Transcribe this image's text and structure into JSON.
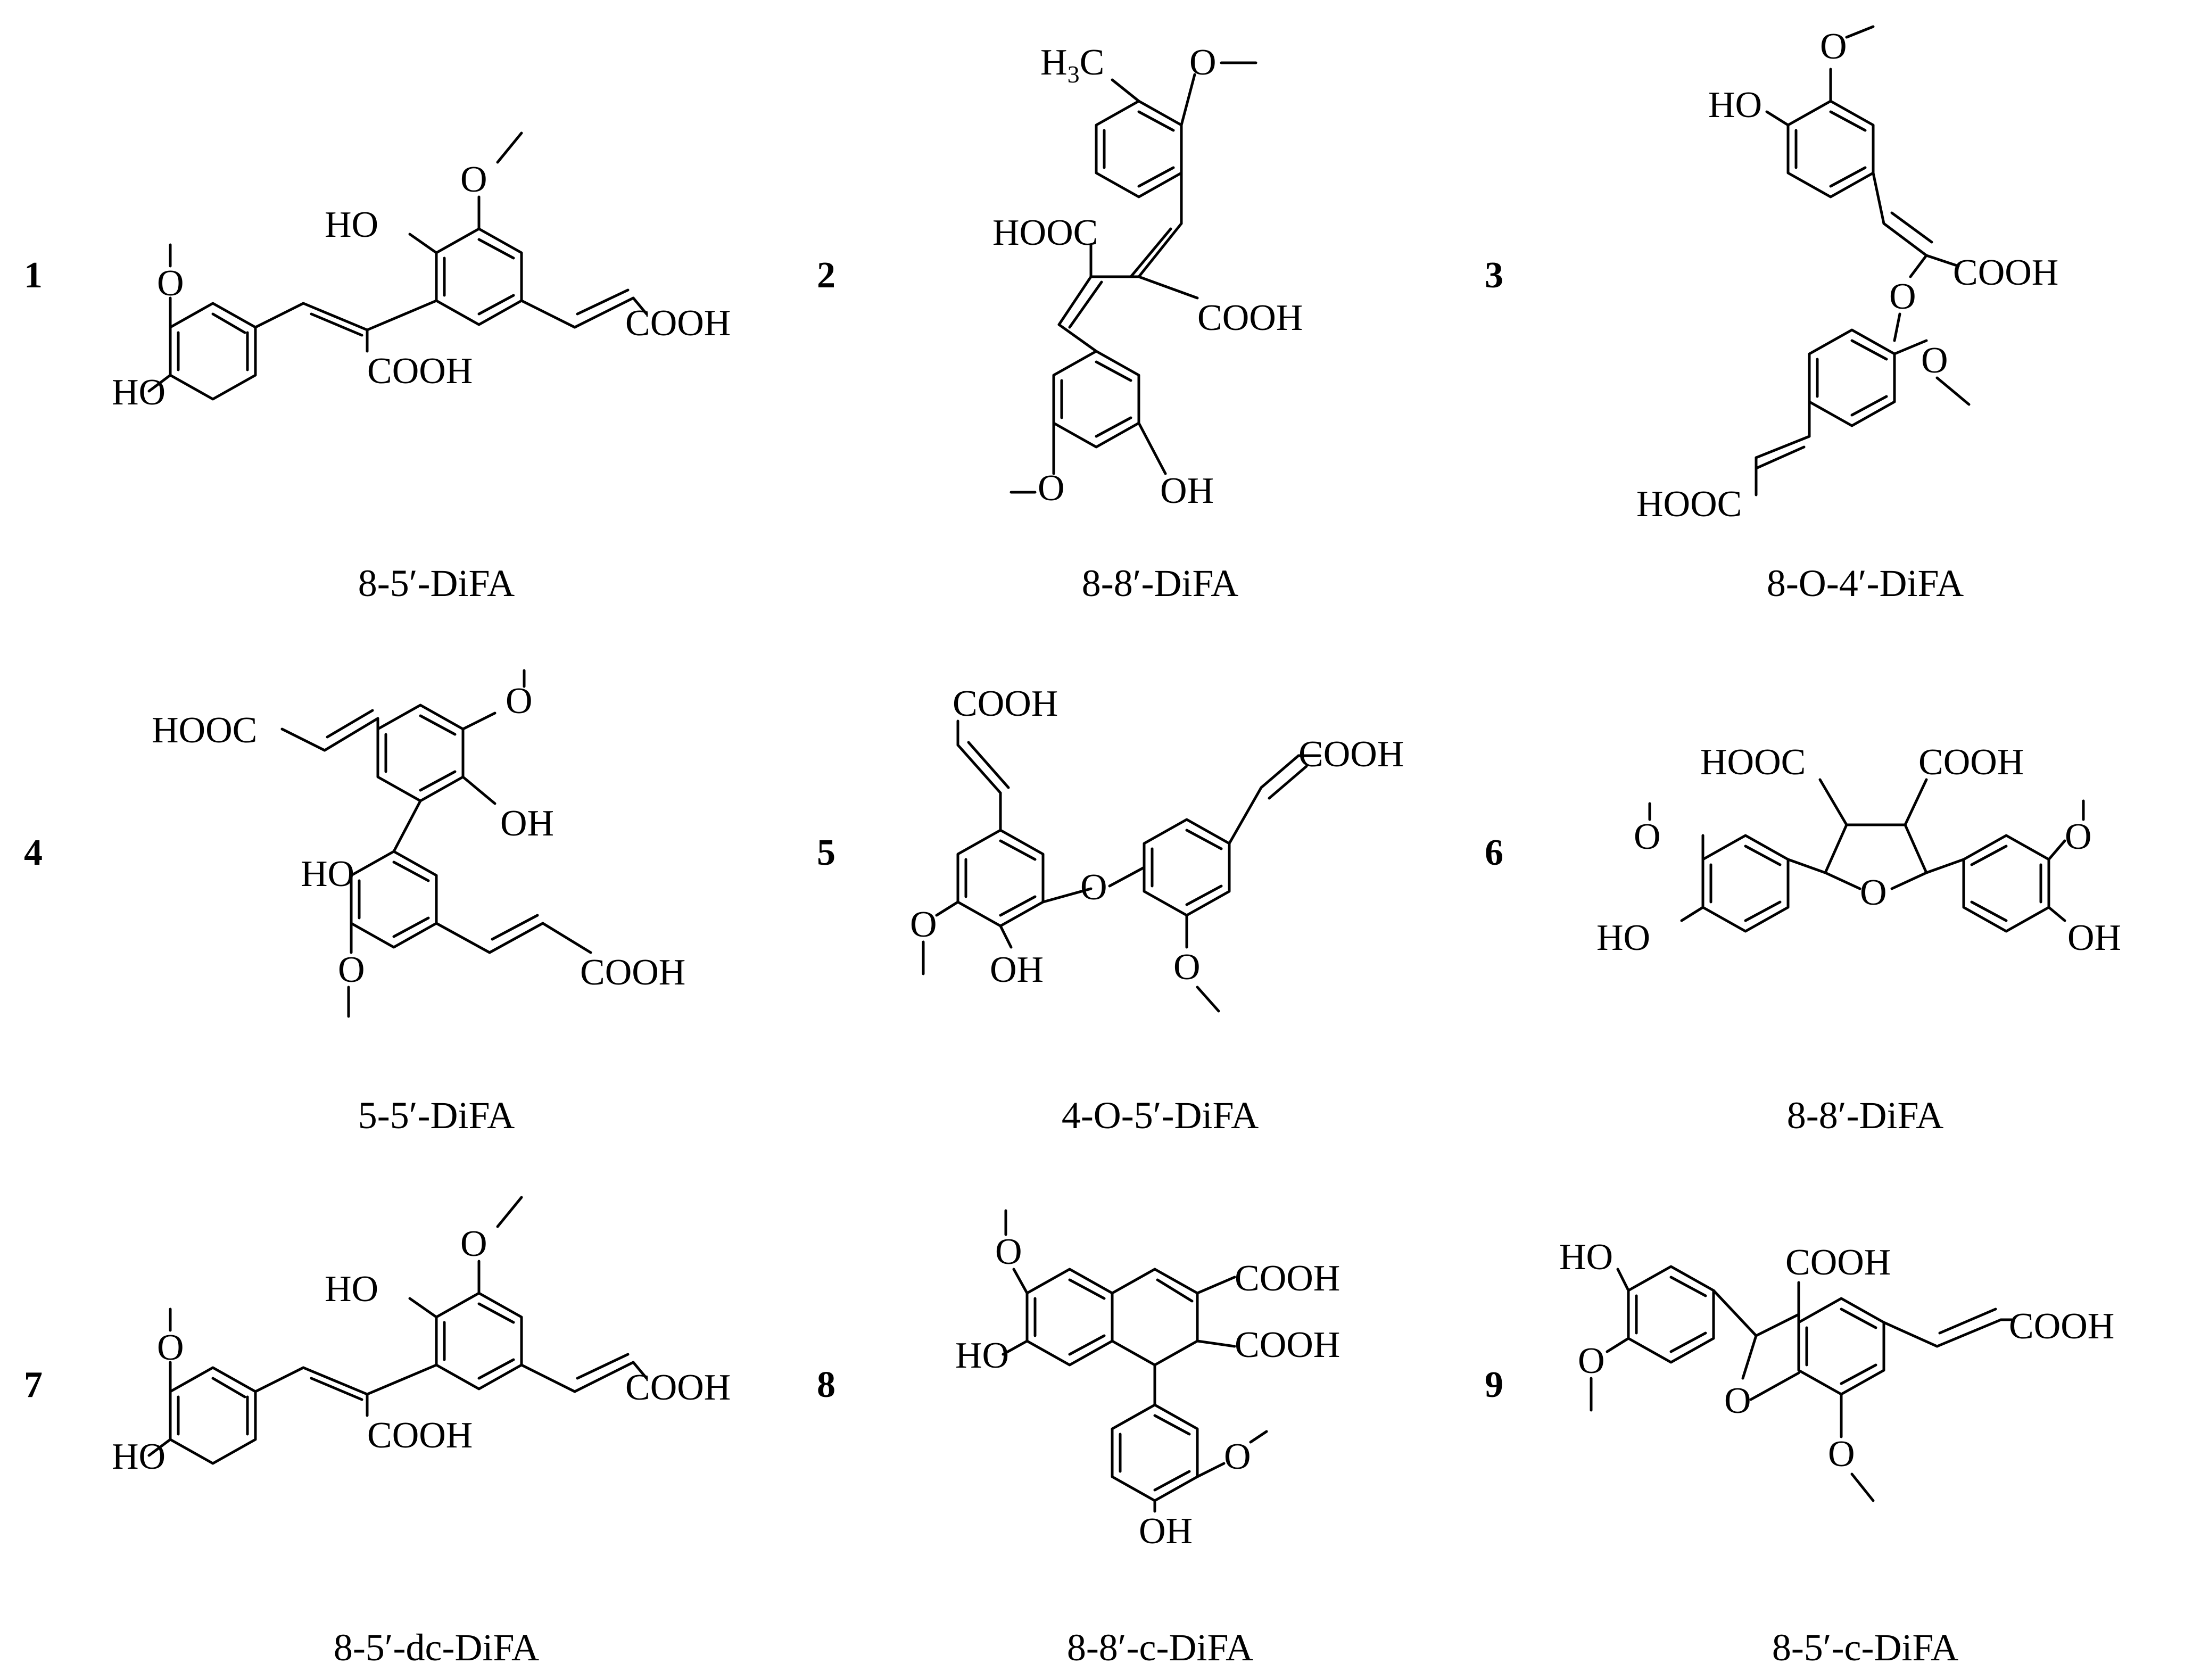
{
  "structures": [
    {
      "number": "1",
      "name": "8-5′-DiFA"
    },
    {
      "number": "2",
      "name": "8-8′-DiFA"
    },
    {
      "number": "3",
      "name": "8-O-4′-DiFA"
    },
    {
      "number": "4",
      "name": "5-5′-DiFA"
    },
    {
      "number": "5",
      "name": "4-O-5′-DiFA"
    },
    {
      "number": "6",
      "name": "8-8′-DiFA"
    },
    {
      "number": "7",
      "name": "8-5′-dc-DiFA"
    },
    {
      "number": "8",
      "name": "8-8′-c-DiFA"
    },
    {
      "number": "9",
      "name": "8-5′-c-DiFA"
    }
  ],
  "atoms": {
    "hydroxyl_left": "HO",
    "hydroxyl_right": "OH",
    "carboxyl_right": "COOH",
    "carboxyl_left": "HOOC",
    "oxygen": "O",
    "methyl_h": "H",
    "methyl_sub": "3",
    "methyl_c": "C"
  }
}
